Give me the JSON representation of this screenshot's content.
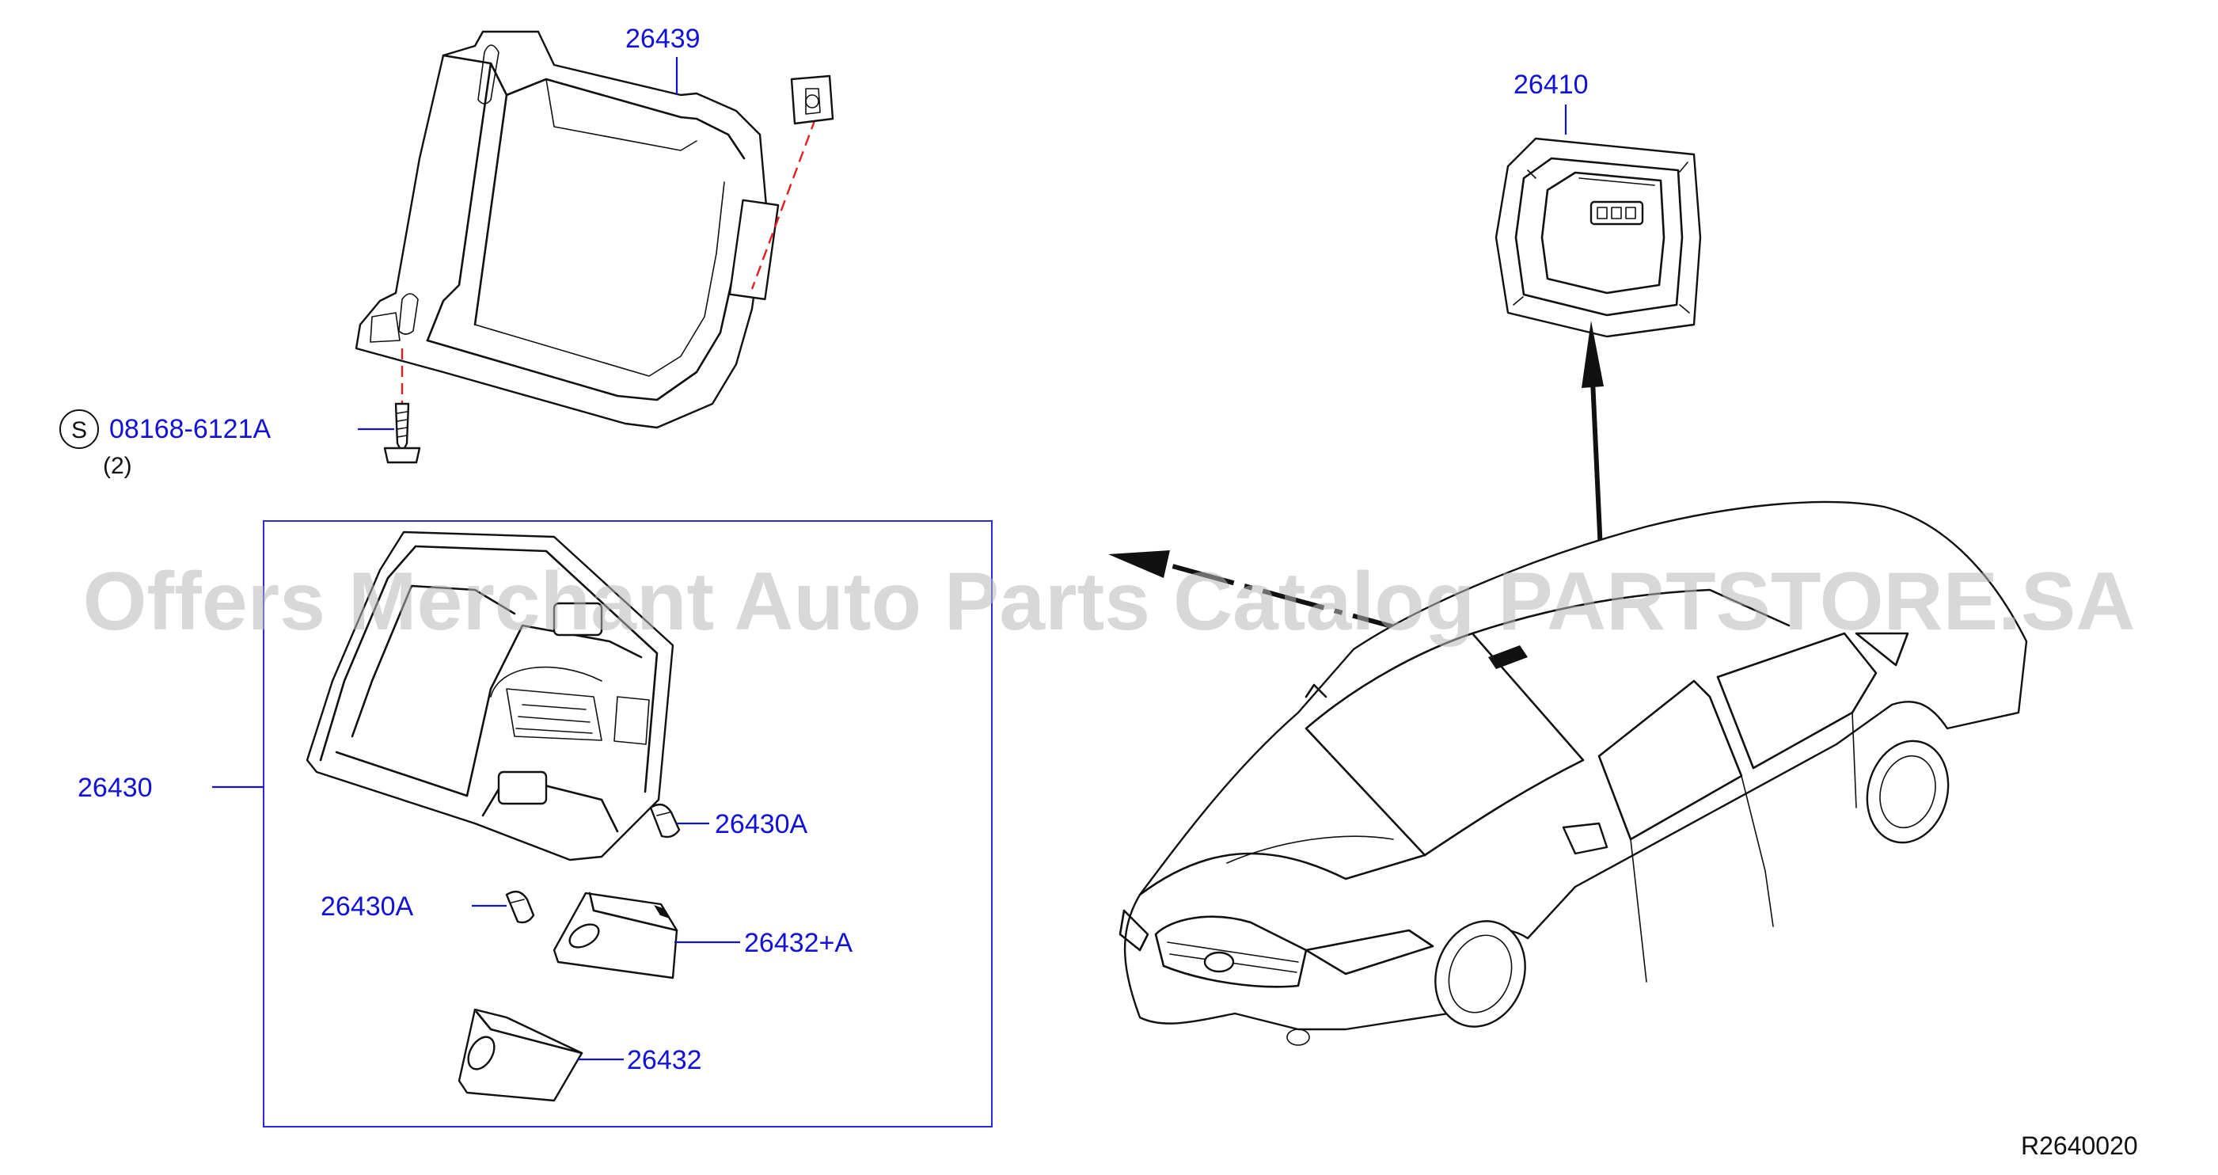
{
  "labels": {
    "bracket": "26439",
    "lamp_room": "26410",
    "screw_symbol": "S",
    "screw_part": "08168-6121A",
    "screw_qty": "(2)",
    "map_lamp_assy": "26430",
    "bulb_right": "26430A",
    "bulb_left": "26430A",
    "lens_a": "26432+A",
    "lens": "26432"
  },
  "watermark": "Offers Merchant Auto Parts Catalog PARTSTORE.SA",
  "diagram_ref": "R2640020",
  "colors": {
    "label": "#1212d6",
    "dash": "#e02020",
    "line": "#111111"
  }
}
